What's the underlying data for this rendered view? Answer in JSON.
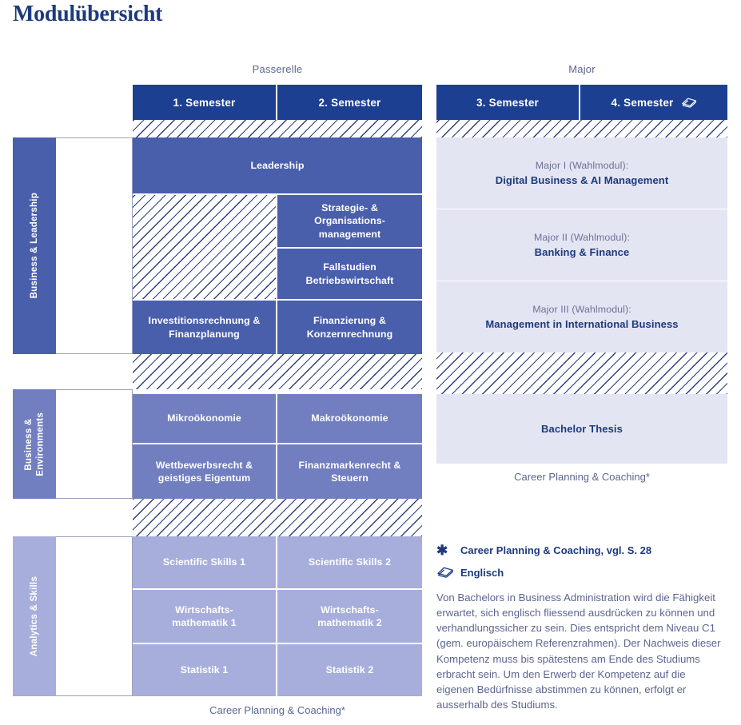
{
  "page_title": "Modulübersicht",
  "colors": {
    "header_blue": "#1c3f91",
    "title_blue": "#1c3a7e",
    "cell_dark": "#4a5fab",
    "cell_mid": "#717ec0",
    "cell_light": "#a7aedb",
    "cell_major": "#e4e5f3",
    "muted_text": "#5c6590"
  },
  "groups": {
    "passerelle": "Passerelle",
    "major": "Major"
  },
  "semesters": [
    {
      "label": "1. Semester",
      "icon": null
    },
    {
      "label": "2. Semester",
      "icon": null
    },
    {
      "label": "3. Semester",
      "icon": null
    },
    {
      "label": "4. Semester",
      "icon": "book-icon"
    }
  ],
  "tracks": [
    {
      "label": "Business & Leadership"
    },
    {
      "label": "Business &\nEnvironments"
    },
    {
      "label": "Analytics & Skills"
    }
  ],
  "modules": {
    "leadership": "Leadership",
    "strategie": "Strategie- &\nOrganisations-\nmanagement",
    "fallstudien": "Fallstudien\nBetriebswirtschaft",
    "investitions": "Investitionsrechnung &\nFinanzplanung",
    "finanzierung": "Finanzierung &\nKonzernrechnung",
    "mikro": "Mikroökonomie",
    "makro": "Makroökonomie",
    "wettbewerb": "Wettbewerbsrecht &\ngeistiges Eigentum",
    "finanzmarkt": "Finanzmarkenrecht &\nSteuern",
    "sci1": "Scientific Skills 1",
    "sci2": "Scientific Skills 2",
    "wima1": "Wirtschafts-\nmathematik 1",
    "wima2": "Wirtschafts-\nmathematik 2",
    "stat1": "Statistik 1",
    "stat2": "Statistik 2"
  },
  "majors": [
    {
      "sub": "Major I (Wahlmodul):",
      "main": "Digital Business & AI Management"
    },
    {
      "sub": "Major II (Wahlmodul):",
      "main": "Banking & Finance"
    },
    {
      "sub": "Major III (Wahlmodul):",
      "main": "Management in International Business"
    }
  ],
  "thesis": "Bachelor Thesis",
  "footnotes": {
    "left": "Career Planning & Coaching*",
    "right": "Career Planning & Coaching*"
  },
  "legend": [
    {
      "icon": "asterisk-icon",
      "label": "Career Planning & Coaching, vgl. S. 28"
    },
    {
      "icon": "book-icon",
      "label": "Englisch"
    }
  ],
  "legend_paragraph": "Von Bachelors in Business Administration wird die Fähigkeit erwartet, sich englisch fliessend ausdrücken zu können und verhandlungssicher zu sein. Dies entspricht dem Niveau C1 (gem. europäischem Referenzrahmen). Der Nachweis dieser Kompetenz muss bis spätestens am Ende des Studiums erbracht sein. Um den Erwerb der Kompetenz auf die eigenen Bedürfnisse abstimmen zu können, erfolgt er ausserhalb des Studiums."
}
